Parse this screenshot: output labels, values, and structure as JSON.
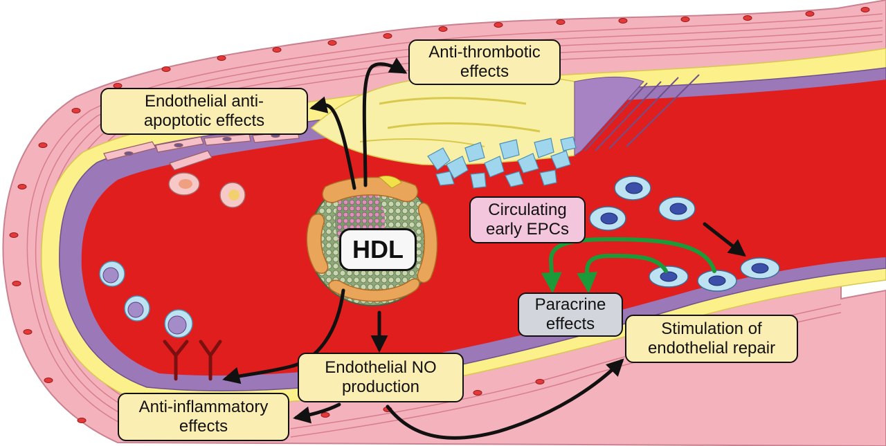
{
  "hdl": {
    "label": "HDL"
  },
  "labels": {
    "anti_thrombotic": [
      "Anti-thrombotic",
      "effects"
    ],
    "anti_apoptotic": [
      "Endothelial anti-",
      "apoptotic effects"
    ],
    "circulating_epcs": [
      "Circulating",
      "early EPCs"
    ],
    "paracrine": [
      "Paracrine",
      "effects"
    ],
    "endothelial_repair": [
      "Stimulation of",
      "endothelial repair"
    ],
    "no_production": [
      "Endothelial NO",
      "production"
    ],
    "anti_inflammatory": [
      "Anti-inflammatory",
      "effects"
    ]
  },
  "colors": {
    "lumen": "#e01e1e",
    "vessel_wall": "#f3b2bc",
    "muscle_line": "#d87d8c",
    "yellow_layer": "#fbf08a",
    "purple_layer": "#9b79b8",
    "label_fill": "#fbeeb3",
    "epc_label_fill": "#f4c6de",
    "paracrine_label_fill": "#d2d6dc",
    "black_arrow": "#111111",
    "green_arrow": "#1c9a3a",
    "platelet": "#9fd6ee",
    "hdl_orange": "#e9a65a"
  },
  "icons": [
    "hdl-particle-icon",
    "endothelial-progenitor-cell-icon",
    "monocyte-icon",
    "platelet-aggregate-icon",
    "adhesion-receptor-icon",
    "red-blood-cell-icon"
  ]
}
